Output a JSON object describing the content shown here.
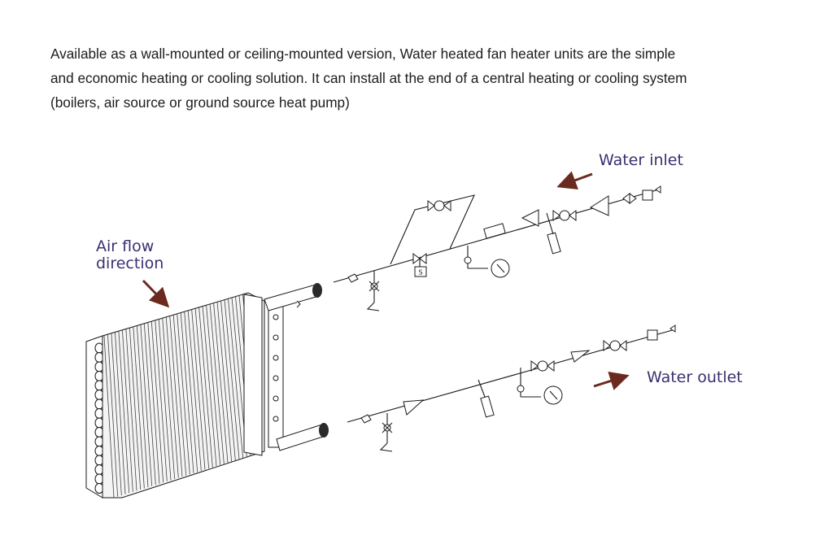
{
  "description_lines": [
    "Available  as  a wall-mounted or ceiling-mounted version, Water heated fan heater units are  the  simple",
    "and economic heating or cooling solution. It can install at the end of a central heating or cooling system",
    "(boilers, air source or ground source heat pump)"
  ],
  "labels": {
    "water_inlet": "Water inlet",
    "water_outlet": "Water outlet",
    "air_flow_line1": "Air flow",
    "air_flow_line2": "direction",
    "strainer_tag": "S"
  },
  "colors": {
    "arrow": "#6b2a1f",
    "label": "#3a2f70",
    "line": "#1a1a1a"
  },
  "icons": {
    "flow_arrow": "arrow-icon",
    "valve": "valve-icon",
    "pump": "pump-icon",
    "gauge": "pressure-gauge-icon",
    "thermometer": "thermometer-icon"
  }
}
